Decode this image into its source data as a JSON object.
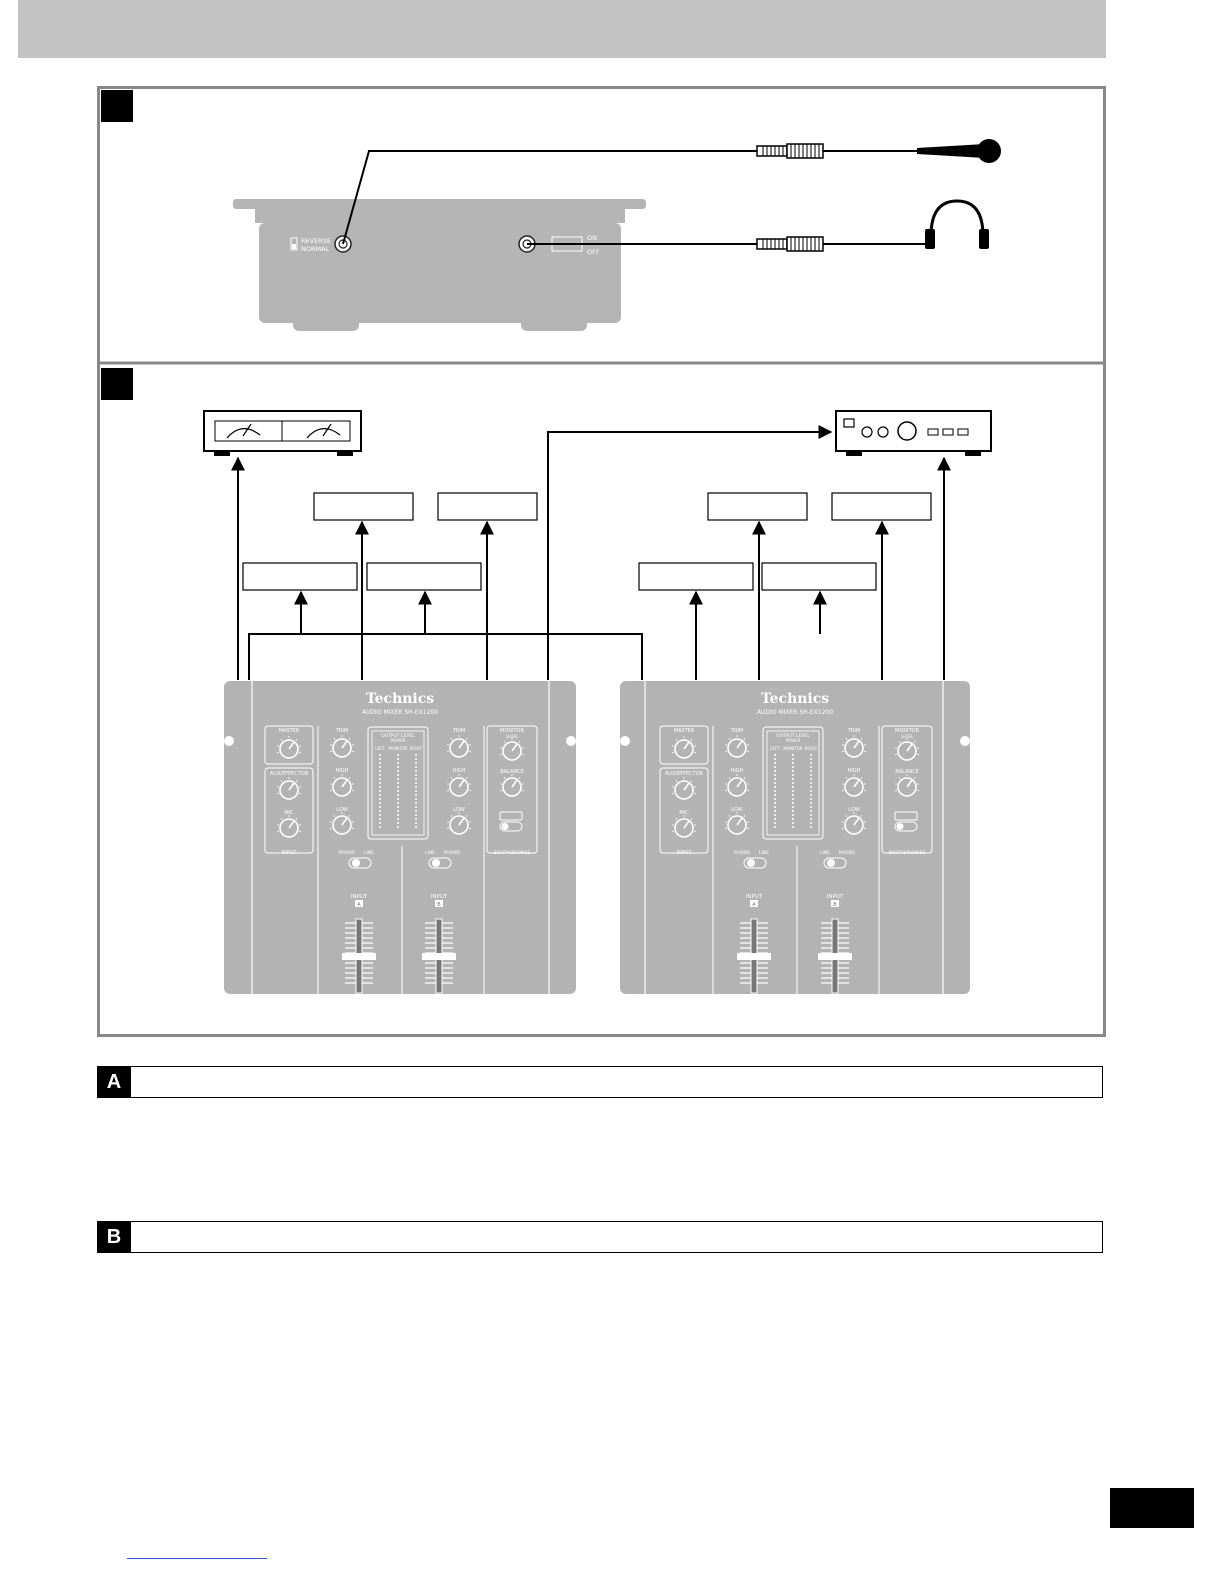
{
  "sections": [
    {
      "letter": "A"
    },
    {
      "letter": "B"
    }
  ],
  "panel_a": {
    "switch_labels": [
      "REVERSE",
      "NORMAL"
    ],
    "toggle_labels": [
      "ON",
      "OFF"
    ]
  },
  "mixer": {
    "brand": "Technics",
    "model": "AUDIO MIXER SH-EX1200",
    "labels": {
      "master": "MASTER",
      "aux_effector": "AUX/EFFECTOR",
      "mic": "MIC",
      "input": "INPUT",
      "trim": "TRIM",
      "high": "HIGH",
      "low": "LOW",
      "output_level": "OUTPUT LEVEL",
      "power": "POWER",
      "left": "LEFT",
      "monitor": "MONITOR",
      "right": "RIGHT",
      "monitor_level": "LEVEL",
      "balance": "BALANCE",
      "booth_phones": "BOOTH/PHONES",
      "phono": "PHONO",
      "line": "LINE",
      "input_a": "INPUT",
      "ch_a": "A",
      "ch_b": "B"
    }
  },
  "icons": [
    "microphone-icon",
    "headphones-icon",
    "level-meter-icon",
    "amplifier-icon",
    "mixer-icon",
    "plug-icon"
  ]
}
